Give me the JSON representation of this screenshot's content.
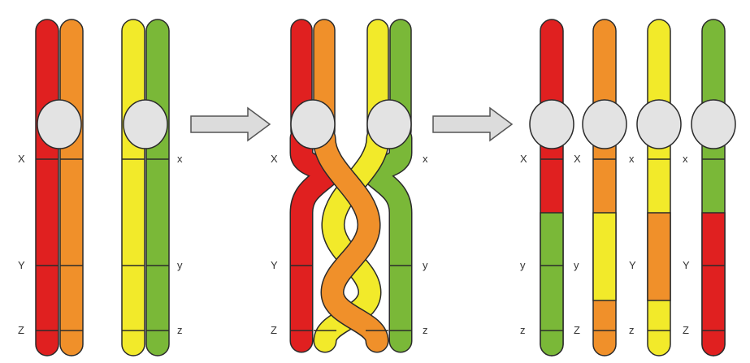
{
  "colors": {
    "red": "#e02020",
    "orange": "#f0902a",
    "yellow": "#f2ea2a",
    "green": "#7ab838",
    "centromere": "#e3e3e3",
    "arrow": "#dcdcdc",
    "outline": "#2a2a2a"
  },
  "left_panel": {
    "labels": {
      "X": "X",
      "Y": "Y",
      "Z": "Z",
      "x": "x",
      "y": "y",
      "z": "z"
    }
  },
  "middle_panel": {
    "labels": {
      "X": "X",
      "Y": "Y",
      "Z": "Z",
      "x": "x",
      "y": "y",
      "z": "z"
    }
  },
  "right_panel": {
    "chromatids": [
      {
        "labels": [
          "X",
          "y",
          "z"
        ],
        "colors": [
          "red",
          "green"
        ]
      },
      {
        "labels": [
          "X",
          "y",
          "Z"
        ],
        "colors": [
          "orange",
          "yellow",
          "orange"
        ]
      },
      {
        "labels": [
          "x",
          "Y",
          "z"
        ],
        "colors": [
          "yellow",
          "orange",
          "yellow"
        ]
      },
      {
        "labels": [
          "x",
          "Y",
          "Z"
        ],
        "colors": [
          "green",
          "red"
        ]
      }
    ]
  },
  "arrows": [
    "process-arrow-1",
    "process-arrow-2"
  ]
}
